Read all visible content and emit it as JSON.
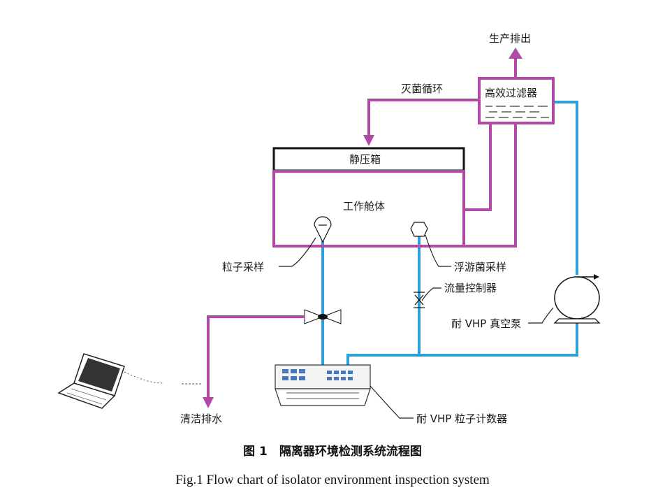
{
  "labels": {
    "production_exhaust": "生产排出",
    "sterilization_cycle": "灭菌循环",
    "hepa_filter": "高效过滤器",
    "static_pressure_box": "静压箱",
    "work_chamber": "工作舱体",
    "particle_sampling": "粒子采样",
    "plankton_sampling": "浮游菌采样",
    "flow_controller": "流量控制器",
    "vhp_vacuum_pump": "耐 VHP 真空泵",
    "cleaning_drain": "清洁排水",
    "vhp_particle_counter": "耐 VHP 粒子计数器"
  },
  "caption": {
    "zh": "图 1　隔离器环境检测系统流程图",
    "en": "Fig.1  Flow chart of isolator environment inspection system"
  },
  "colors": {
    "exhaust_line": "#b04aa6",
    "sampling_line": "#2f9fd8"
  }
}
